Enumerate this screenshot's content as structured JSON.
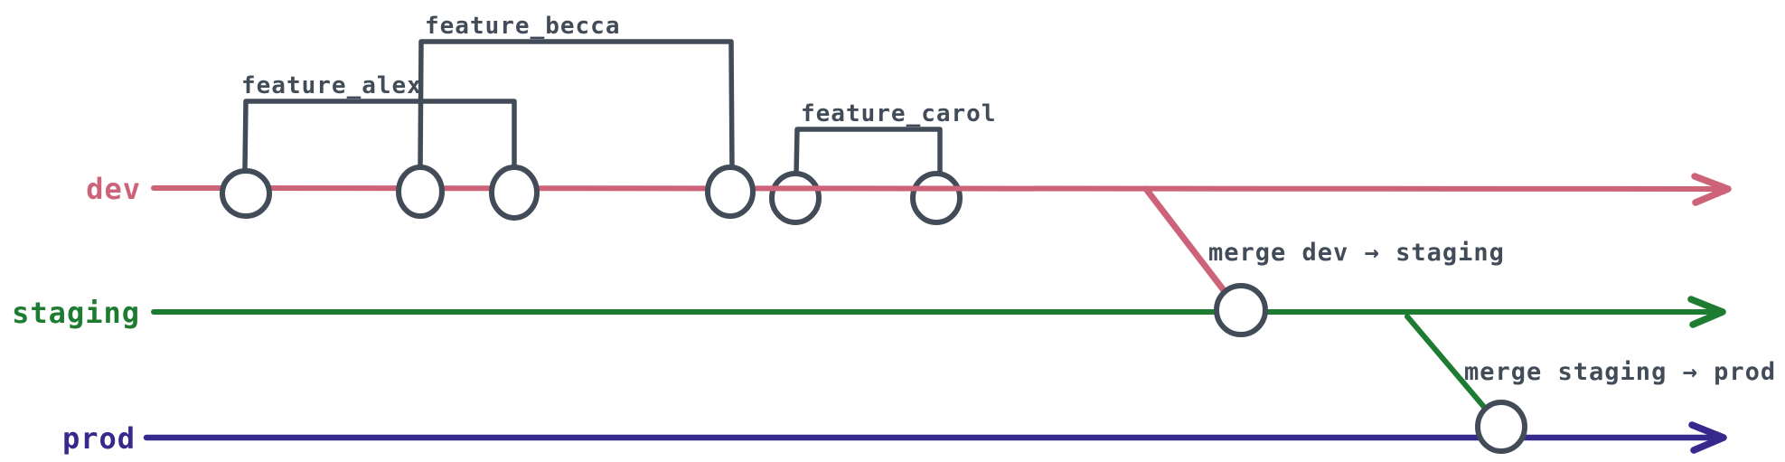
{
  "background": "#ffffff",
  "ink": "#424c59",
  "commit_fill": "#ffffff",
  "branches": {
    "dev": {
      "label": "dev",
      "color": "#cd6379"
    },
    "staging": {
      "label": "staging",
      "color": "#1e7c32"
    },
    "prod": {
      "label": "prod",
      "color": "#37298b"
    }
  },
  "features": {
    "alex": {
      "label": "feature_alex"
    },
    "becca": {
      "label": "feature_becca"
    },
    "carol": {
      "label": "feature_carol"
    }
  },
  "merges": {
    "dev_to_staging": {
      "label": "merge dev → staging"
    },
    "staging_to_prod": {
      "label": "merge staging → prod"
    }
  },
  "commit_counts": {
    "dev": 6,
    "staging": 1,
    "prod": 1
  }
}
